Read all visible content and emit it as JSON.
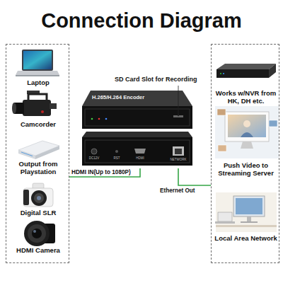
{
  "diagram": {
    "title": "Connection Diagram",
    "nodes": [
      {
        "text": [
          "Laptop",
          "Camcorder",
          "Output from Playstation",
          "Digital SLR",
          "HDMI Camera"
        ]
      },
      {
        "text": [
          "H.265/H.264 Encoder"
        ]
      },
      {
        "text": [
          "Works w/NVR from HK, DH etc.",
          "Push Video to Streaming Server",
          "Local Area Network"
        ]
      }
    ],
    "edges": [
      {
        "from": 0,
        "to": 1,
        "label": "HDMI IN(Up to 1080P)",
        "arrow": "none"
      },
      {
        "from": 1,
        "to": 2,
        "label": "Ethernet Out",
        "arrow": "none"
      }
    ],
    "labels": [
      "SD Card Slot for Recording",
      "DC12V",
      "RST",
      "HDMI",
      "NETWORK"
    ]
  }
}
